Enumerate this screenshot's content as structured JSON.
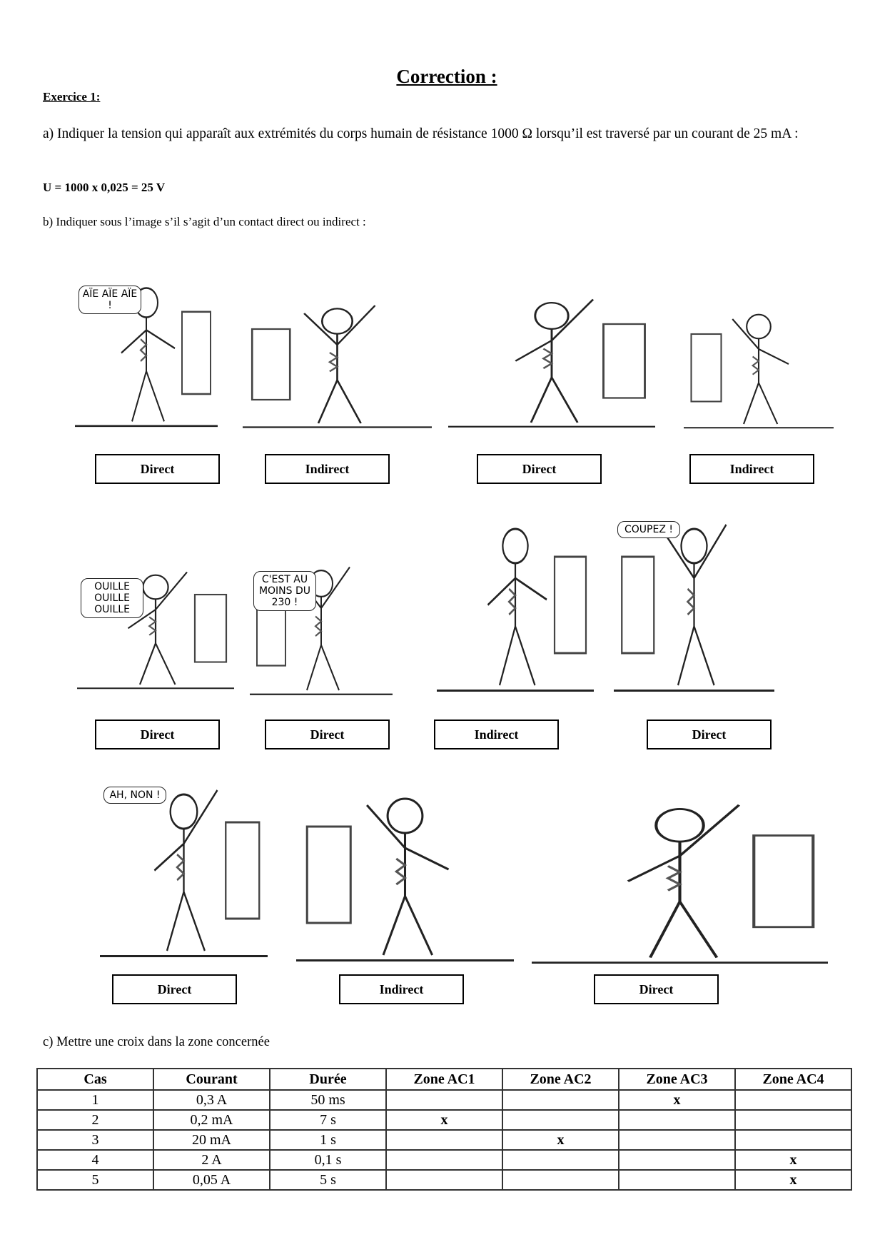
{
  "title": "Correction :",
  "exercise_heading": "Exercice 1:",
  "question_a": "a) Indiquer la tension qui apparaît aux extrémités du corps humain de résistance 1000 Ω lorsqu’il est traversé par un courant de 25 mA :",
  "answer_a": "U = 1000 x 0,025 = 25 V",
  "question_b": "b) Indiquer sous l’image s’il s’agit d’un contact direct ou indirect :",
  "images": [
    {
      "label": "Direct",
      "speech": "AÏE AÏE AÏE !"
    },
    {
      "label": "Indirect"
    },
    {
      "label": "Direct"
    },
    {
      "label": "Indirect"
    },
    {
      "label": "Direct",
      "speech": "OUILLE OUILLE OUILLE"
    },
    {
      "label": "Direct",
      "speech": "C'EST AU MOINS DU 230 !"
    },
    {
      "label": "Indirect"
    },
    {
      "label": "Direct",
      "speech": "COUPEZ !"
    },
    {
      "label": "Direct",
      "speech": "AH, NON !"
    },
    {
      "label": "Indirect"
    },
    {
      "label": "Direct"
    }
  ],
  "question_c": "c) Mettre une croix dans la zone concernée",
  "table": {
    "headers": [
      "Cas",
      "Courant",
      "Durée",
      "Zone AC1",
      "Zone AC2",
      "Zone AC3",
      "Zone AC4"
    ],
    "rows": [
      [
        "1",
        "0,3 A",
        "50 ms",
        "",
        "",
        "x",
        ""
      ],
      [
        "2",
        "0,2 mA",
        "7 s",
        "x",
        "",
        "",
        ""
      ],
      [
        "3",
        "20 mA",
        "1 s",
        "",
        "x",
        "",
        ""
      ],
      [
        "4",
        "2 A",
        "0,1 s",
        "",
        "",
        "",
        "x"
      ],
      [
        "5",
        "0,05 A",
        "5 s",
        "",
        "",
        "",
        "x"
      ]
    ]
  }
}
